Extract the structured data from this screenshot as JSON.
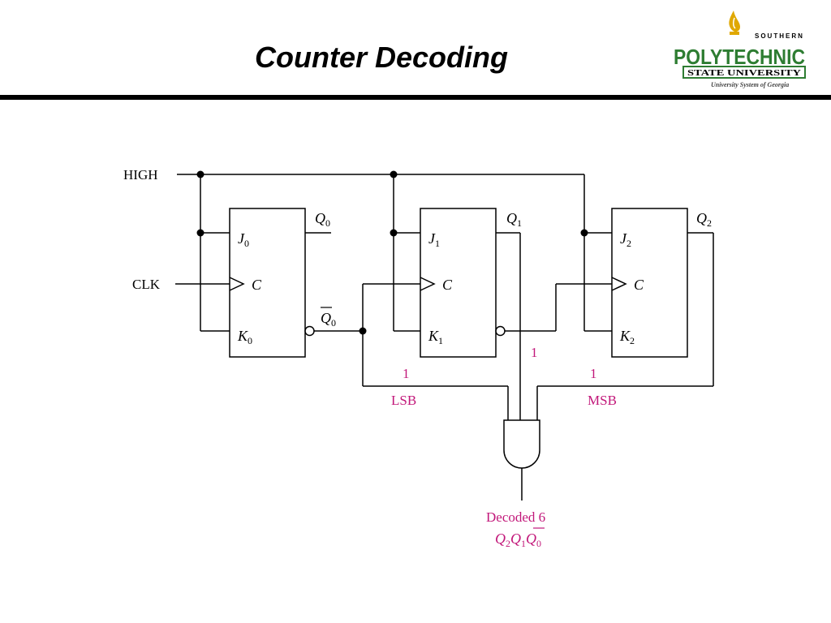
{
  "header": {
    "title": "Counter Decoding"
  },
  "logo": {
    "line1": "SOUTHERN",
    "line2": "POLYTECHNIC",
    "line3": "STATE UNIVERSITY",
    "line4": "University System of Georgia",
    "green": "#2e7d32",
    "gold": "#e0a800"
  },
  "circuit": {
    "high_label": "HIGH",
    "clk_label": "CLK",
    "flipflops": [
      {
        "j": "J",
        "k": "K",
        "c": "C",
        "q": "Q",
        "index": "0"
      },
      {
        "j": "J",
        "k": "K",
        "c": "C",
        "q": "Q",
        "index": "1"
      },
      {
        "j": "J",
        "k": "K",
        "c": "C",
        "q": "Q",
        "index": "2"
      }
    ],
    "q0_bar": "Q",
    "q0_bar_index": "0",
    "one_label": "1",
    "lsb_label": "LSB",
    "msb_label": "MSB",
    "output_label": "Decoded 6",
    "output_expr": {
      "q": "Q",
      "i2": "2",
      "i1": "1",
      "i0": "0"
    },
    "accent": "#c2187a"
  }
}
